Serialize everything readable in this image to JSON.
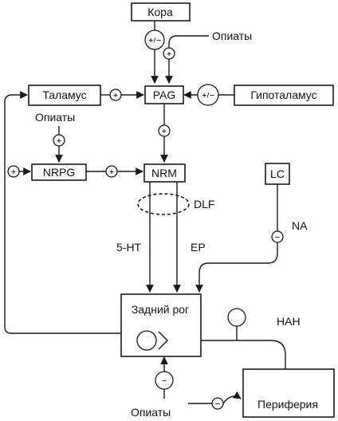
{
  "nodes": {
    "cortex": "Кора",
    "pag": "PAG",
    "thalamus": "Таламус",
    "hypothalamus": "Гипоталамус",
    "nrpg": "NRPG",
    "nrm": "NRM",
    "lc": "LC",
    "dorsal_horn": "Задний рог",
    "periphery": "Периферия"
  },
  "labels": {
    "opiates_top": "Опиаты",
    "opiates_left": "Опиаты",
    "opiates_bottom": "Опиаты",
    "dlf": "DLF",
    "serotonin": "5-HT",
    "ep": "EP",
    "na": "NA",
    "nan": "НАН"
  },
  "signs": {
    "plus_minus": "+/−",
    "plus": "+",
    "minus": "−"
  }
}
